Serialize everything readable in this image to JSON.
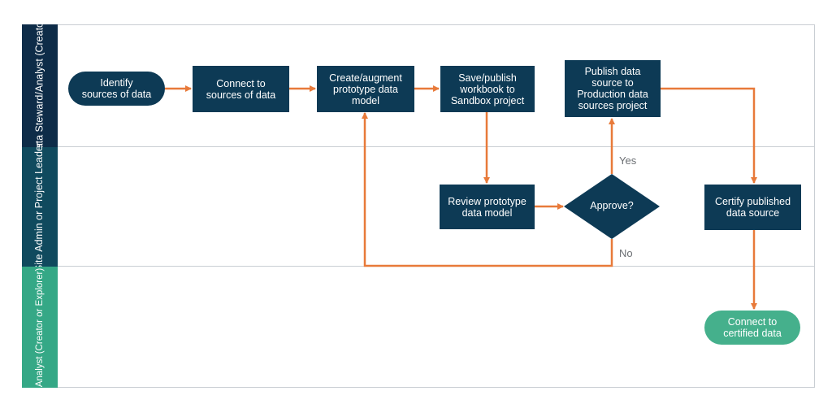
{
  "lanes": {
    "steward": "Data Steward/Analyst\n(Creator)",
    "admin": "Site Admin or\nProject Leader",
    "analyst": "Analyst\n(Creator or Explorer)"
  },
  "nodes": {
    "identify": "Identify\nsources of data",
    "connect": "Connect to\nsources of data",
    "create": "Create/augment\nprototype data\nmodel",
    "save": "Save/publish\nworkbook to\nSandbox project",
    "publish": "Publish data\nsource  to\nProduction data\nsources project",
    "review": "Review prototype\ndata model",
    "approve": "Approve?",
    "certify": "Certify published\ndata source",
    "connect_certified": "Connect to\ncertified data"
  },
  "edges": {
    "yes": "Yes",
    "no": "No"
  },
  "colors": {
    "box": "#0d3a55",
    "arrow": "#e87a3a",
    "lane_steward": "#0e2c48",
    "lane_admin": "#104a5e",
    "lane_analyst": "#35a886",
    "terminal_green": "#45b08c"
  }
}
